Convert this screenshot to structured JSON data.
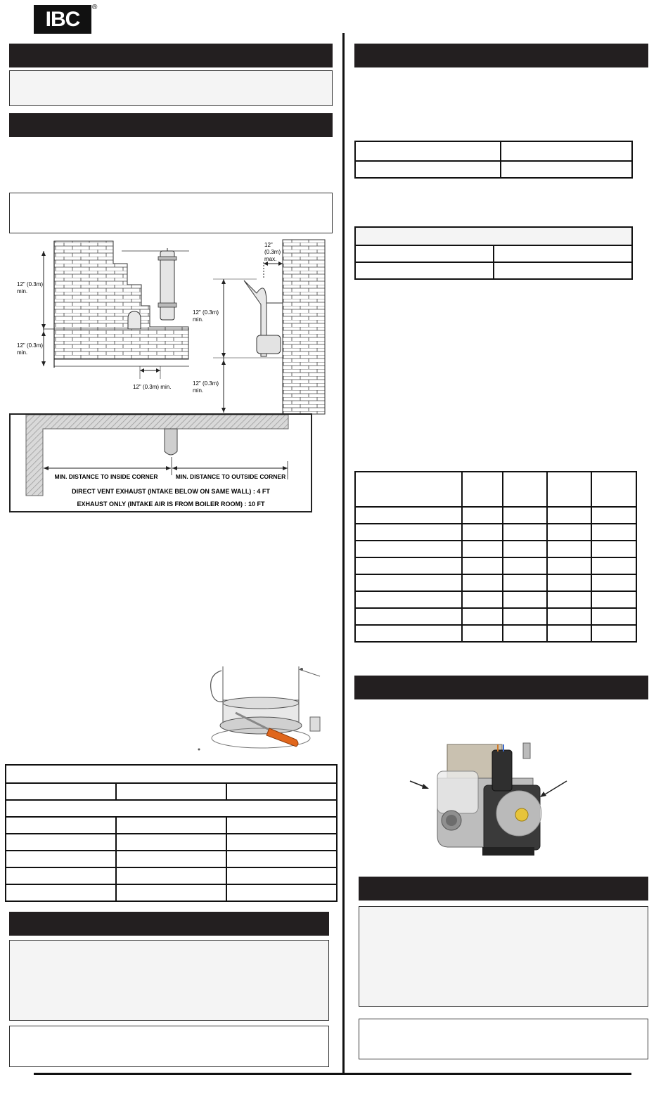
{
  "logo": {
    "text": "IBC",
    "registered": "®"
  },
  "diagrams": {
    "clearance": {
      "labels": {
        "left_top": [
          "12\" (0.3m)",
          "min."
        ],
        "left_bottom": [
          "12\" (0.3m)",
          "min."
        ],
        "bottom_horizontal": "12\" (0.3m) min.",
        "right_max": [
          "12\"",
          "(0.3m)",
          "max."
        ],
        "right_mid": [
          "12\" (0.3m)",
          "min."
        ],
        "right_low": [
          "12\" (0.3m)",
          "min."
        ]
      }
    },
    "corner": {
      "inside": "MIN. DISTANCE TO INSIDE CORNER",
      "outside": "MIN. DISTANCE TO OUTSIDE CORNER",
      "direct_vent": "DIRECT VENT EXHAUST (INTAKE BELOW ON SAME WALL) : 4 FT",
      "exhaust_only": "EXHAUST ONLY (INTAKE AIR IS FROM BOILER ROOM) : 10 FT"
    }
  },
  "colors": {
    "header_bar": "#231f20",
    "shaded_box": "#f4f4f4",
    "screwdriver": "#e0661c"
  }
}
